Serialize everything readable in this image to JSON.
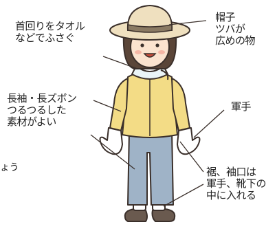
{
  "labels": {
    "neck": "首回りをタオル\nなどでふさぐ",
    "hat": "帽子\nツバが\n広めの物",
    "sleeve": "長袖・長ズボン\nつるつるした\n素材がよい",
    "glove": "軍手",
    "hem": "裾、袖口は\n軍手、靴下の\n中に入れる",
    "edge_fragment": "ょう"
  },
  "colors": {
    "outline": "#3a2f2a",
    "hat": "#efe0bf",
    "hat_band": "#8a7a63",
    "hair": "#5a4538",
    "skin": "#fbe3cf",
    "towel": "#eaf4f7",
    "jacket": "#f3dc86",
    "pants": "#9fb3c7",
    "glove": "#ffffff",
    "shoe": "#6a5a4f"
  }
}
